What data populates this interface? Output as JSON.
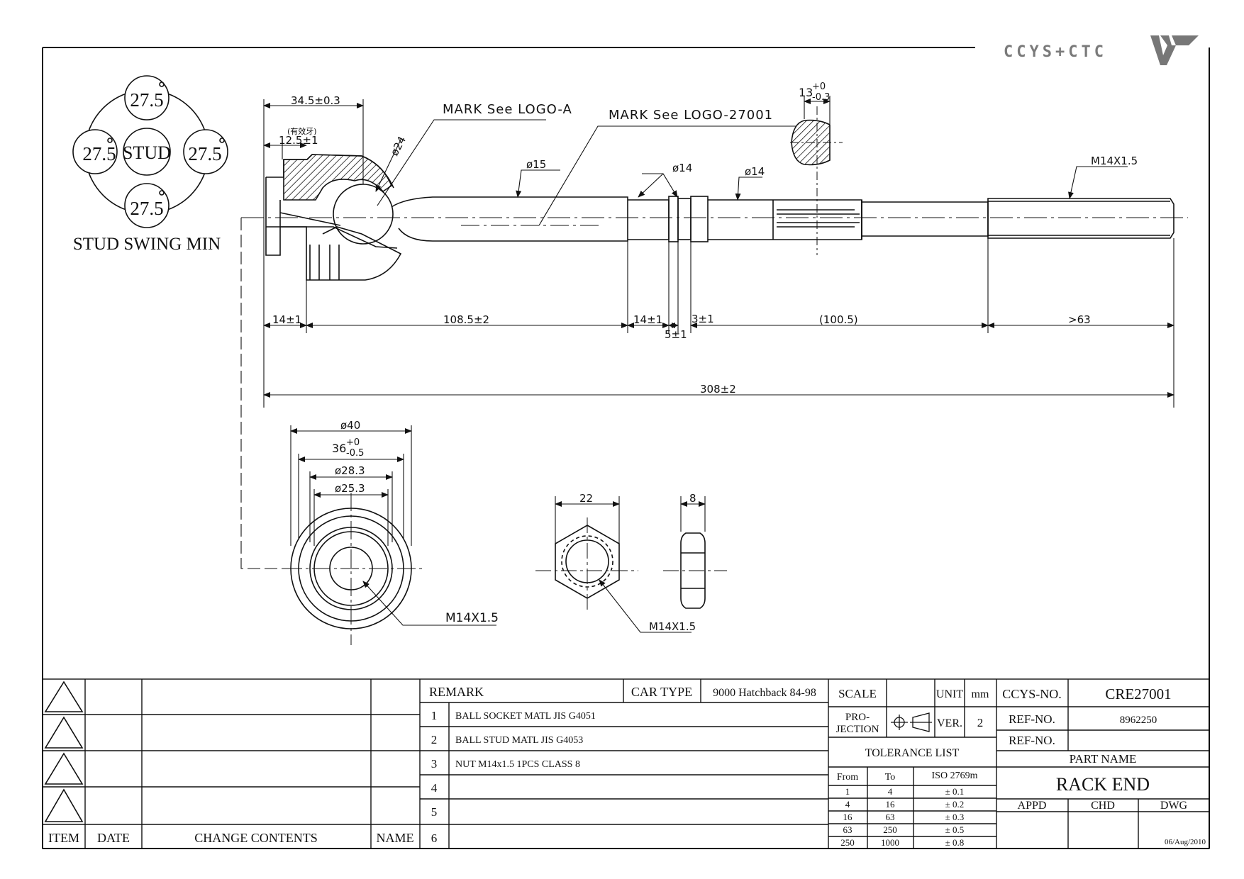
{
  "brand": {
    "logo_text": "CCYS+CTC",
    "logo_icon": "ctc-chevron-logo"
  },
  "stud_swing": {
    "angles": [
      "27.5",
      "27.5",
      "27.5",
      "27.5"
    ],
    "center_label": "STUD",
    "degree_mark": "°",
    "caption": "STUD SWING MIN"
  },
  "callouts": {
    "mark_logo_a": "MARK See LOGO-A",
    "mark_logo_27001": "MARK See LOGO-27001",
    "effective_thread_note": "(有效牙)",
    "thread_label_end": "M14X1.5",
    "thread_label_socket": "M14X1.5",
    "thread_label_nut": "M14X1.5"
  },
  "dimensions": {
    "socket_len": "34.5±0.3",
    "thread_len": "12.5±1",
    "ball_dia": "ø24",
    "dia_15": "ø15",
    "dia_14a": "ø14",
    "dia_14b": "ø14",
    "flat_base": "13",
    "flat_tol_plus": "+0",
    "flat_tol_minus": "-0.3",
    "seg_1": "14±1",
    "seg_2": "108.5±2",
    "seg_3": "14±1",
    "seg_4": "5±1",
    "seg_5": "3±1",
    "seg_6": "(100.5)",
    "seg_7": ">63",
    "overall": "308±2",
    "socket_od": "ø40",
    "socket_36_base": "36",
    "socket_36_plus": "+0",
    "socket_36_minus": "-0.5",
    "socket_283": "ø28.3",
    "socket_253": "ø25.3",
    "nut_width": "22",
    "nut_thickness": "8"
  },
  "title_block": {
    "revision_headers": [
      "ITEM",
      "DATE",
      "CHANGE CONTENTS",
      "NAME"
    ],
    "remark_label": "REMARK",
    "car_type_label": "CAR TYPE",
    "car_type_value": "9000 Hatchback 84-98",
    "remarks": [
      {
        "num": "1",
        "text": "BALL SOCKET MATL JIS  G4051"
      },
      {
        "num": "2",
        "text": "BALL STUD MATL JIS G4053"
      },
      {
        "num": "3",
        "text": "NUT M14x1.5 1PCS CLASS 8"
      },
      {
        "num": "4",
        "text": ""
      },
      {
        "num": "5",
        "text": ""
      },
      {
        "num": "6",
        "text": ""
      }
    ],
    "scale_label": "SCALE",
    "scale_value": "",
    "unit_label": "UNIT",
    "unit_value": "mm",
    "projection_label_1": "PRO-",
    "projection_label_2": "JECTION",
    "ver_label": "VER.",
    "ver_value": "2",
    "tolerance_title": "TOLERANCE LIST",
    "tolerance_headers": [
      "From",
      "To",
      "ISO 2769m"
    ],
    "tolerance_rows": [
      {
        "from": "1",
        "to": "4",
        "tol": "± 0.1"
      },
      {
        "from": "4",
        "to": "16",
        "tol": "± 0.2"
      },
      {
        "from": "16",
        "to": "63",
        "tol": "± 0.3"
      },
      {
        "from": "63",
        "to": "250",
        "tol": "± 0.5"
      },
      {
        "from": "250",
        "to": "1000",
        "tol": "± 0.8"
      }
    ],
    "ccys_no_label": "CCYS-NO.",
    "ccys_no_value": "CRE27001",
    "ref_no_label_1": "REF-NO.",
    "ref_no_value_1": "8962250",
    "ref_no_label_2": "REF-NO.",
    "ref_no_value_2": "",
    "part_name_label": "PART NAME",
    "part_name_value": "RACK END",
    "sign_labels": [
      "APPD",
      "CHD",
      "DWG"
    ],
    "date_value": "06/Aug/2010"
  }
}
